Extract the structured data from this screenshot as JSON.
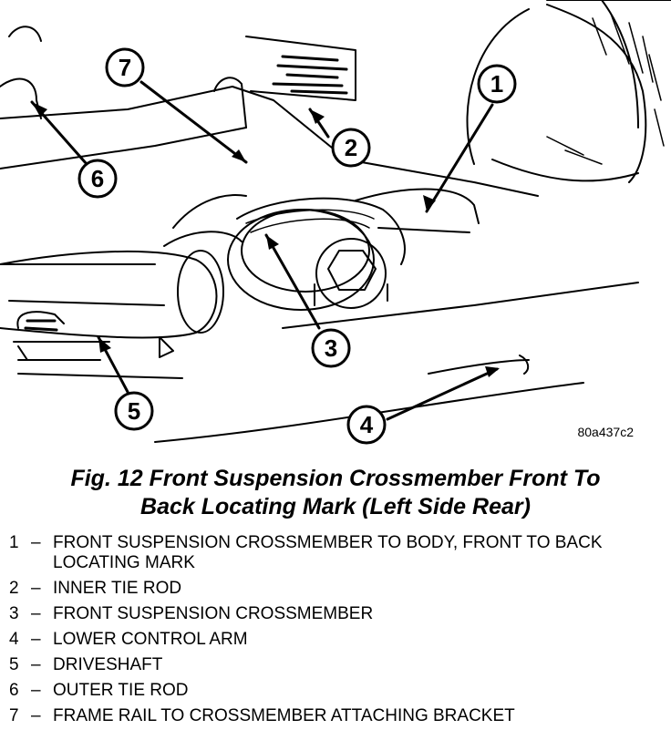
{
  "figure_code": "80a437c2",
  "caption": {
    "line1": "Fig. 12 Front Suspension Crossmember Front To",
    "line2": "Back Locating Mark (Left Side Rear)"
  },
  "callouts": [
    "1",
    "2",
    "3",
    "4",
    "5",
    "6",
    "7"
  ],
  "legend": [
    {
      "num": "1",
      "dash": "–",
      "text": "FRONT SUSPENSION CROSSMEMBER TO BODY, FRONT TO BACK LOCATING MARK"
    },
    {
      "num": "2",
      "dash": "–",
      "text": "INNER TIE ROD"
    },
    {
      "num": "3",
      "dash": "–",
      "text": "FRONT SUSPENSION CROSSMEMBER"
    },
    {
      "num": "4",
      "dash": "–",
      "text": "LOWER CONTROL ARM"
    },
    {
      "num": "5",
      "dash": "–",
      "text": "DRIVESHAFT"
    },
    {
      "num": "6",
      "dash": "–",
      "text": "OUTER TIE ROD"
    },
    {
      "num": "7",
      "dash": "–",
      "text": "FRAME RAIL TO CROSSMEMBER ATTACHING BRACKET"
    }
  ]
}
